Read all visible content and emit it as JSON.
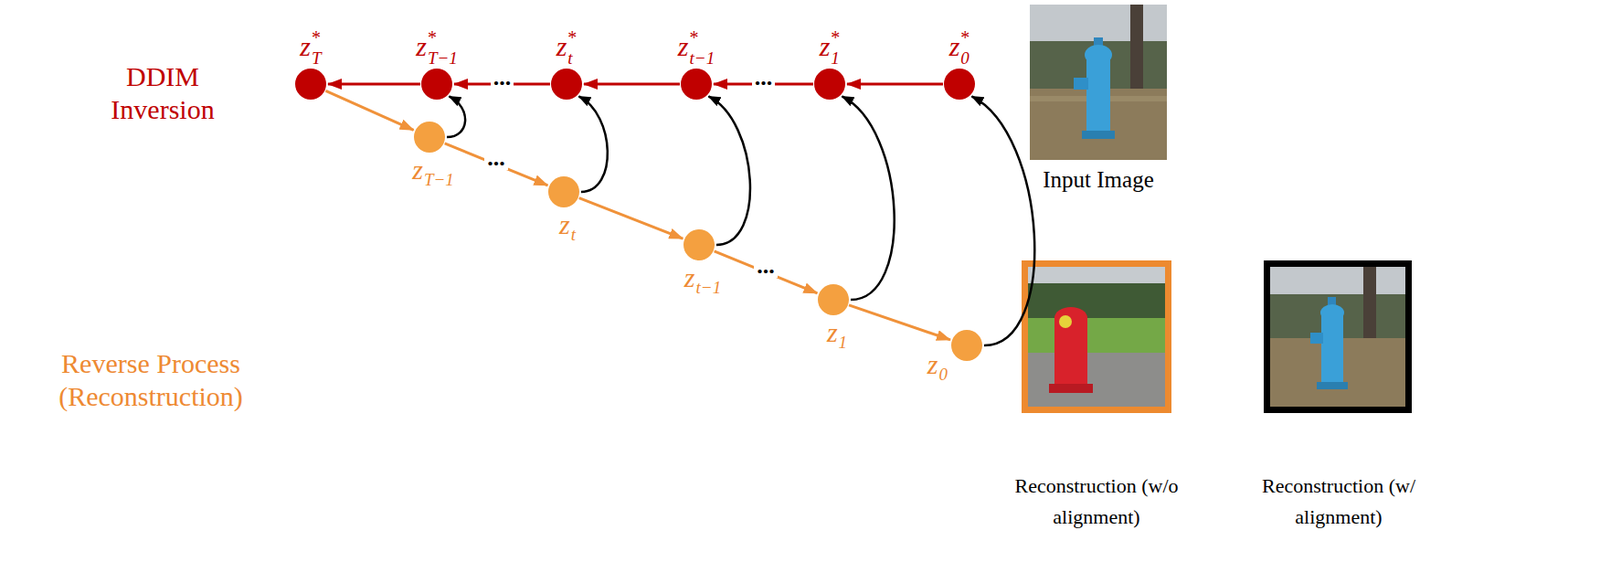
{
  "diagram": {
    "nodes": [
      {
        "text": [
          "z",
          "T",
          "*"
        ]
      },
      {
        "text": [
          "z",
          "T−1",
          "*"
        ]
      },
      {
        "text": [
          "z",
          "t",
          "*"
        ]
      },
      {
        "text": [
          "z",
          "t−1",
          "*"
        ]
      },
      {
        "text": [
          "z",
          "1",
          "*"
        ]
      },
      {
        "text": [
          "z",
          "0",
          "*"
        ]
      },
      {
        "text": [
          "z",
          "T−1"
        ]
      },
      {
        "text": [
          "z",
          "t"
        ]
      },
      {
        "text": [
          "z",
          "t−1"
        ]
      },
      {
        "text": [
          "z",
          "1"
        ]
      },
      {
        "text": [
          "z",
          "0"
        ]
      }
    ],
    "edges": [
      {
        "from": 1,
        "to": 0,
        "arrow": "to"
      },
      {
        "from": 2,
        "to": 1,
        "label": "...",
        "arrow": "to"
      },
      {
        "from": 3,
        "to": 2,
        "arrow": "to"
      },
      {
        "from": 4,
        "to": 3,
        "label": "...",
        "arrow": "to"
      },
      {
        "from": 5,
        "to": 4,
        "arrow": "to"
      },
      {
        "from": 0,
        "to": 6,
        "arrow": "to"
      },
      {
        "from": 6,
        "to": 7,
        "label": "...",
        "arrow": "to"
      },
      {
        "from": 7,
        "to": 8,
        "arrow": "to"
      },
      {
        "from": 8,
        "to": 9,
        "label": "...",
        "arrow": "to"
      },
      {
        "from": 9,
        "to": 10,
        "arrow": "to"
      },
      {
        "from": 6,
        "to": 1,
        "arrow": "to"
      },
      {
        "from": 7,
        "to": 2,
        "arrow": "to"
      },
      {
        "from": 8,
        "to": 3,
        "arrow": "to"
      },
      {
        "from": 9,
        "to": 4,
        "arrow": "to"
      },
      {
        "from": 10,
        "to": 5,
        "arrow": "to"
      }
    ],
    "labels": [
      "DDIM Inversion",
      "Reverse Process (Reconstruction)",
      "Input Image",
      "Reconstruction (w/o alignment)",
      "Reconstruction (w/ alignment)"
    ]
  }
}
